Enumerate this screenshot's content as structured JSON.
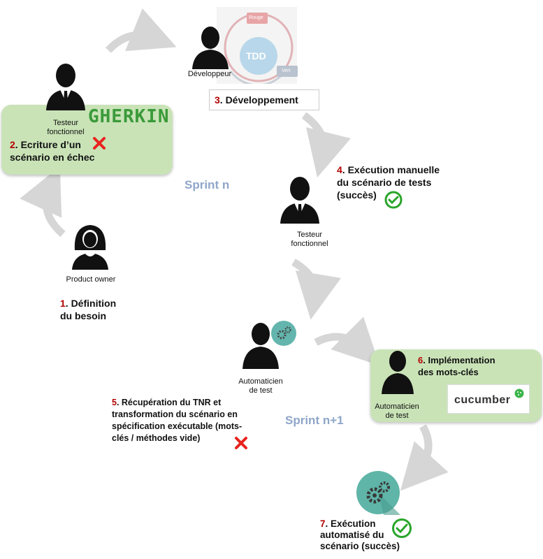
{
  "title": "",
  "sprints": {
    "n": "Sprint n",
    "n1": "Sprint n+1"
  },
  "tdd": {
    "center": "TDD",
    "red": "Rouge",
    "green": "Vert"
  },
  "roles": {
    "developer": "Développeur",
    "tester_top_1": "Testeur",
    "tester_top_2": "fonctionnel",
    "tester_mid_1": "Testeur",
    "tester_mid_2": "fonctionnel",
    "product_owner": "Product owner",
    "automator_1a": "Automaticien",
    "automator_1b": "de test",
    "automator_2a": "Automaticien",
    "automator_2b": "de test"
  },
  "logos": {
    "gherkin": "GHERKIN",
    "cucumber": "cucumber"
  },
  "steps": {
    "s1": {
      "num": "1",
      "l1": ". Définition",
      "l2": "du besoin"
    },
    "s2": {
      "num": "2",
      "l1": ". Ecriture d’un",
      "l2": "scénario en échec"
    },
    "s3": {
      "num": "3",
      "l1": ". Développement"
    },
    "s4": {
      "num": "4",
      "l1": ". Exécution manuelle",
      "l2": "du scénario de tests",
      "l3": "(succès)"
    },
    "s5": {
      "num": "5",
      "l1": ". Récupération du TNR et",
      "l2": "transformation du scénario en",
      "l3": "spécification exécutable (mots-",
      "l4": "clés / méthodes vide)"
    },
    "s6": {
      "num": "6",
      "l1": ". Implémentation",
      "l2": "des mots-clés"
    },
    "s7": {
      "num": "7",
      "l1": ". Exécution",
      "l2": "automatisé du",
      "l3": "scénario (succès)"
    }
  },
  "colors": {
    "step_number": "#b30000",
    "green_box": "#c9e3b7",
    "sprint": "#8fa6c9",
    "arrow": "#d6d6d6"
  }
}
